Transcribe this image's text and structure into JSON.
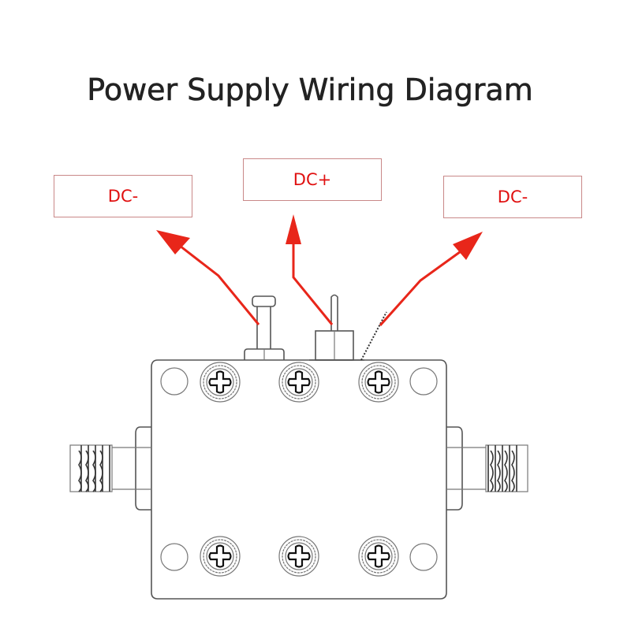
{
  "title": "Power Supply Wiring Diagram",
  "labels": {
    "left": {
      "text": "DC-",
      "role": "negative terminal"
    },
    "center": {
      "text": "DC+",
      "role": "positive terminal"
    },
    "right": {
      "text": "DC-",
      "role": "negative terminal"
    }
  },
  "colors": {
    "label_text": "#e01010",
    "label_border": "#c98888",
    "arrow": "#e8261a",
    "drawing_line": "#555555",
    "title_text": "#222222"
  },
  "components": {
    "top_screws": 3,
    "bottom_screws": 3,
    "mounting_holes": 4,
    "sma_connectors": 2,
    "terminals": [
      "ground-post",
      "feedthrough-pin",
      "ground-wire"
    ]
  }
}
